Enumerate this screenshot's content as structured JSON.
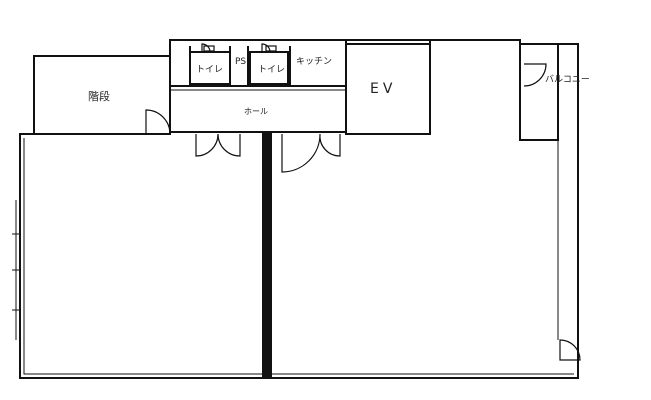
{
  "rooms": {
    "stairs": "階段",
    "toilet_left": "トイレ",
    "pipe_shaft": "PS",
    "toilet_right": "トイレ",
    "kitchen": "キッチン",
    "elevator": "EV",
    "hall": "ホール",
    "balcony": "バルコニー"
  },
  "colors": {
    "line": "#111111",
    "background": "#ffffff"
  }
}
